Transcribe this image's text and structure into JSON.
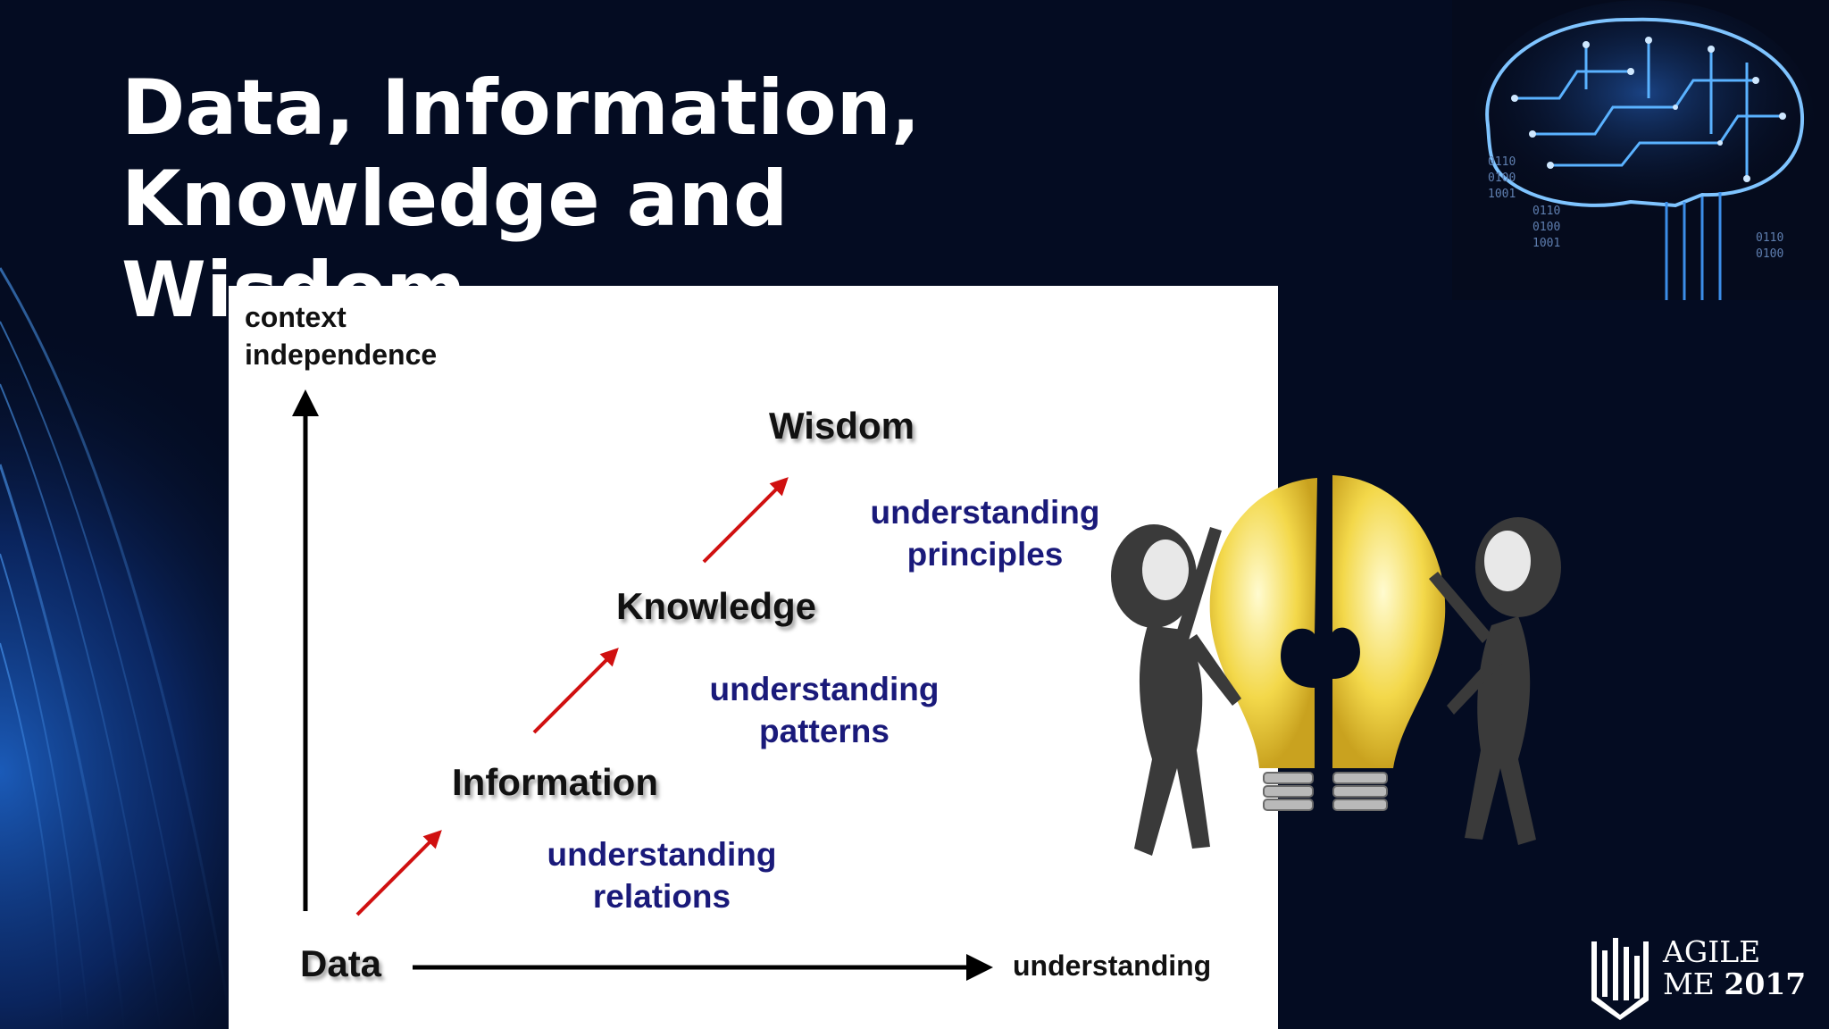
{
  "slide": {
    "title_line1": "Data, Information,",
    "title_line2": "Knowledge and Wisdom"
  },
  "diagram": {
    "y_axis_label_line1": "context",
    "y_axis_label_line2": "independence",
    "x_axis_label": "understanding",
    "levels": {
      "data": "Data",
      "information": "Information",
      "knowledge": "Knowledge",
      "wisdom": "Wisdom"
    },
    "transitions": {
      "relations_line1": "understanding",
      "relations_line2": "relations",
      "patterns_line1": "understanding",
      "patterns_line2": "patterns",
      "principles_line1": "understanding",
      "principles_line2": "principles"
    },
    "arrow_color": "#d01010",
    "transition_text_color": "#1a1a7a"
  },
  "logo": {
    "word": "AGILE",
    "me": "ME",
    "year": "2017"
  }
}
